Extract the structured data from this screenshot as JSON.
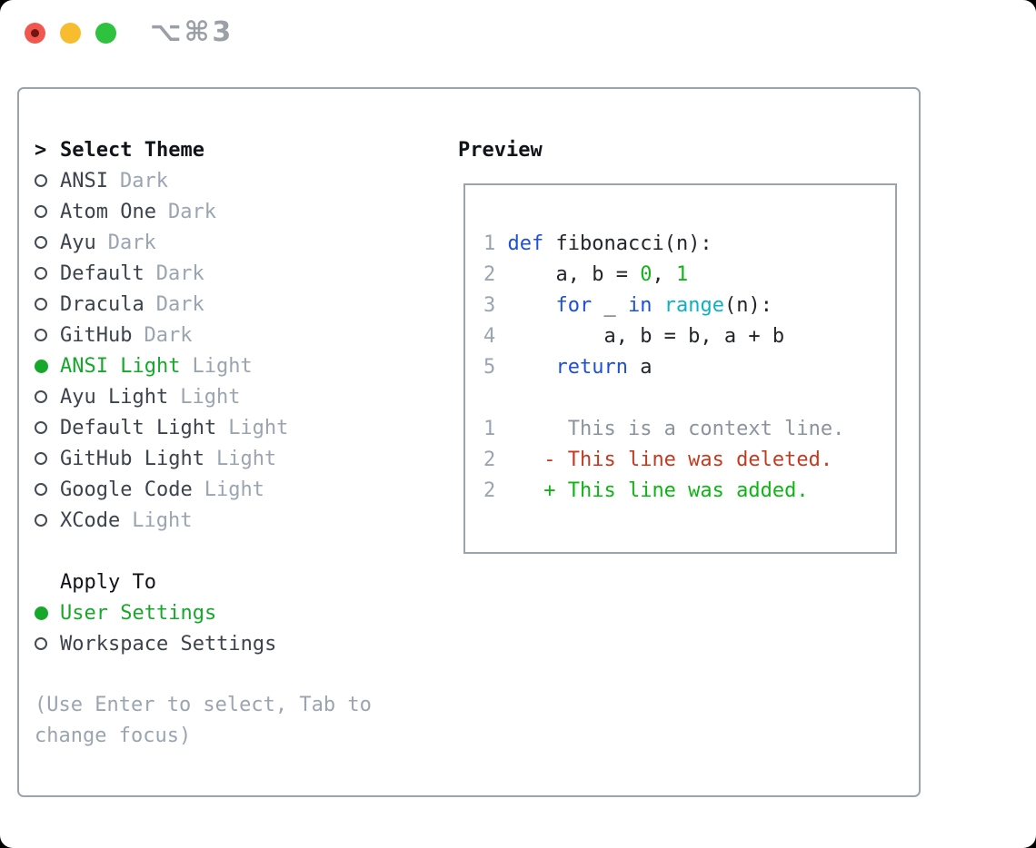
{
  "window": {
    "title": "⌥⌘3",
    "traffic_lights": [
      {
        "name": "close",
        "has_dot": true
      },
      {
        "name": "minimize",
        "has_dot": false
      },
      {
        "name": "zoom",
        "has_dot": false
      }
    ]
  },
  "theme_selector": {
    "heading_prefix": ">",
    "heading": "Select Theme",
    "themes": [
      {
        "name": "ANSI",
        "tag": "Dark",
        "selected": false
      },
      {
        "name": "Atom One",
        "tag": "Dark",
        "selected": false
      },
      {
        "name": "Ayu",
        "tag": "Dark",
        "selected": false
      },
      {
        "name": "Default",
        "tag": "Dark",
        "selected": false
      },
      {
        "name": "Dracula",
        "tag": "Dark",
        "selected": false
      },
      {
        "name": "GitHub",
        "tag": "Dark",
        "selected": false
      },
      {
        "name": "ANSI Light",
        "tag": "Light",
        "selected": true
      },
      {
        "name": "Ayu Light",
        "tag": "Light",
        "selected": false
      },
      {
        "name": "Default Light",
        "tag": "Light",
        "selected": false
      },
      {
        "name": "GitHub Light",
        "tag": "Light",
        "selected": false
      },
      {
        "name": "Google Code",
        "tag": "Light",
        "selected": false
      },
      {
        "name": "XCode",
        "tag": "Light",
        "selected": false
      }
    ],
    "apply_to": {
      "heading": "Apply To",
      "options": [
        {
          "name": "User Settings",
          "selected": true
        },
        {
          "name": "Workspace Settings",
          "selected": false
        }
      ]
    },
    "help_lines": [
      "(Use Enter to select, Tab to",
      "change focus)"
    ]
  },
  "preview": {
    "heading": "Preview",
    "code_lines": [
      [
        {
          "t": "1 ",
          "c": "line_number"
        },
        {
          "t": "def",
          "c": "keyword"
        },
        {
          "t": " fibonacci(n):",
          "c": "default"
        }
      ],
      [
        {
          "t": "2 ",
          "c": "line_number"
        },
        {
          "t": "    a, b = ",
          "c": "default"
        },
        {
          "t": "0",
          "c": "number"
        },
        {
          "t": ", ",
          "c": "default"
        },
        {
          "t": "1",
          "c": "number"
        }
      ],
      [
        {
          "t": "3 ",
          "c": "line_number"
        },
        {
          "t": "    ",
          "c": "default"
        },
        {
          "t": "for",
          "c": "keyword"
        },
        {
          "t": " _ ",
          "c": "default"
        },
        {
          "t": "in",
          "c": "keyword"
        },
        {
          "t": " ",
          "c": "default"
        },
        {
          "t": "range",
          "c": "function"
        },
        {
          "t": "(n):",
          "c": "default"
        }
      ],
      [
        {
          "t": "4 ",
          "c": "line_number"
        },
        {
          "t": "        a, b = b, a + b",
          "c": "default"
        }
      ],
      [
        {
          "t": "5 ",
          "c": "line_number"
        },
        {
          "t": "    ",
          "c": "default"
        },
        {
          "t": "return",
          "c": "keyword"
        },
        {
          "t": " a",
          "c": "default"
        }
      ],
      [],
      [
        {
          "t": "1 ",
          "c": "line_number"
        },
        {
          "t": "     This is a context line.",
          "c": "context"
        }
      ],
      [
        {
          "t": "2 ",
          "c": "line_number"
        },
        {
          "t": "   - This line was deleted.",
          "c": "deleted"
        }
      ],
      [
        {
          "t": "2 ",
          "c": "line_number"
        },
        {
          "t": "   + This line was added.",
          "c": "added"
        }
      ]
    ]
  },
  "colors": {
    "accent_green": "#17a82b",
    "panel_border": "#9aa3ae",
    "heading_text": "#101418",
    "item_text": "#3d434c",
    "muted_text": "#9aa5b1",
    "title_text": "#9ba0a7",
    "traffic_red": "#f2574d",
    "traffic_red_dot": "#701712",
    "traffic_yellow": "#f7bd2f",
    "traffic_green": "#2fc23e",
    "syntax": {
      "keyword": "#1d4fd8",
      "function": "#0db0c7",
      "number": "#16b21c",
      "default": "#22262b",
      "line_number": "#9aa5b1",
      "context": "#8b949e",
      "deleted": "#c43a20",
      "added": "#0eb514"
    }
  }
}
